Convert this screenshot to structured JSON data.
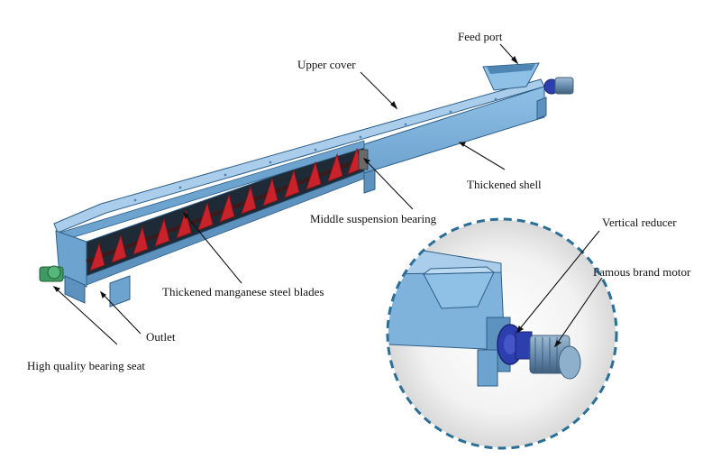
{
  "labels": {
    "feed_port": "Feed port",
    "upper_cover": "Upper cover",
    "thickened_shell": "Thickened shell",
    "middle_suspension_bearing": "Middle suspension bearing",
    "thickened_blades": "Thickened manganese steel blades",
    "outlet": "Outlet",
    "bearing_seat": "High quality bearing seat",
    "vertical_reducer": "Vertical reducer",
    "brand_motor": "Famous brand motor"
  },
  "colors": {
    "shell": "#7fb3dc",
    "shell_top": "#a9cdea",
    "shell_dark": "#4f85b3",
    "outline": "#2f5f88",
    "blade": "#c8232b",
    "blade_dark": "#8c1418",
    "shaft": "#3a1a1a",
    "interior": "#1e2a36",
    "motor": "#6a8fb0",
    "motor_dark": "#3f5f7d",
    "reducer": "#2d3fae",
    "bearing": "#3f9a62",
    "dash_circle": "#2a6f95",
    "leader": "#111111"
  }
}
